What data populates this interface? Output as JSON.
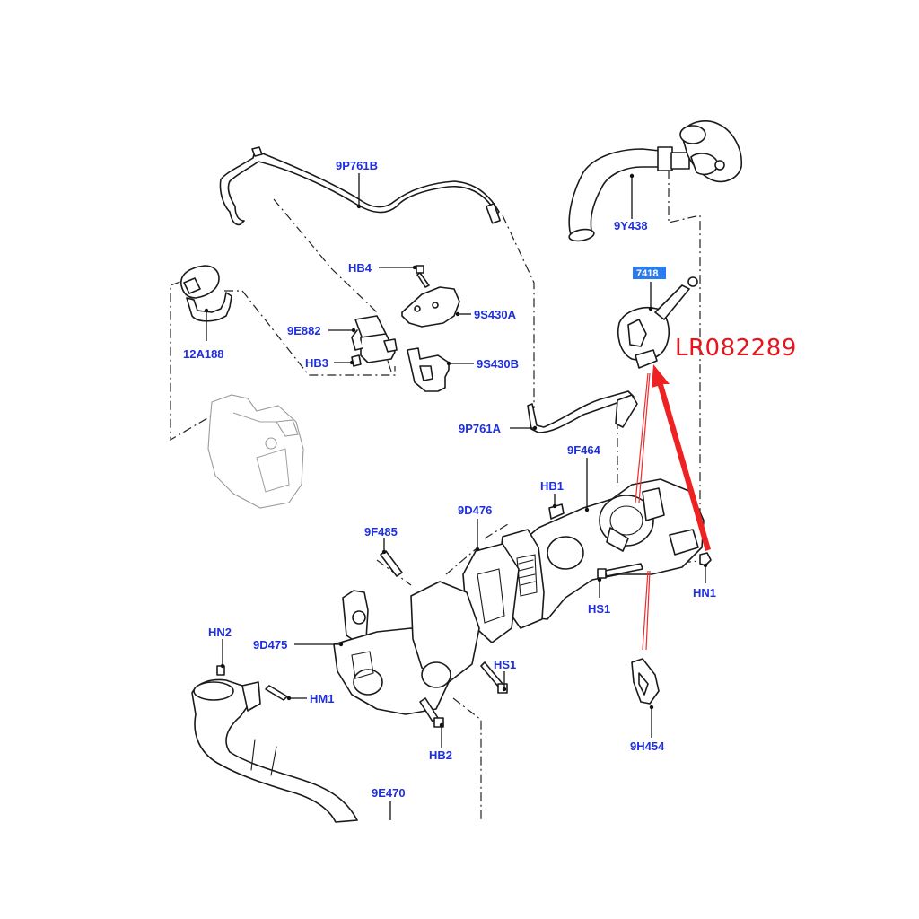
{
  "diagram": {
    "title": "EGR valve & cooler assembly exploded view",
    "highlight_color": "#2a7bf0",
    "callout_color": "#1f2fe0",
    "annotation_color": "#e8141b",
    "callouts": {
      "c9P761B": "9P761B",
      "c9Y438": "9Y438",
      "cHB4": "HB4",
      "c9S430A": "9S430A",
      "c9E882": "9E882",
      "c12A188": "12A188",
      "cHB3": "HB3",
      "c9S430B": "9S430B",
      "c7418": "7418",
      "c9P761A": "9P761A",
      "c9F464": "9F464",
      "cHB1": "HB1",
      "c9D476": "9D476",
      "c9F485": "9F485",
      "cHN1": "HN1",
      "cHS1a": "HS1",
      "cHS1b": "HS1",
      "cHN2": "HN2",
      "c9D475": "9D475",
      "cHM1": "HM1",
      "cHB2": "HB2",
      "c9H454": "9H454",
      "c9E470": "9E470"
    },
    "annotation": {
      "part_number": "LR082289",
      "arrow_icon": "red-arrow-icon"
    }
  }
}
